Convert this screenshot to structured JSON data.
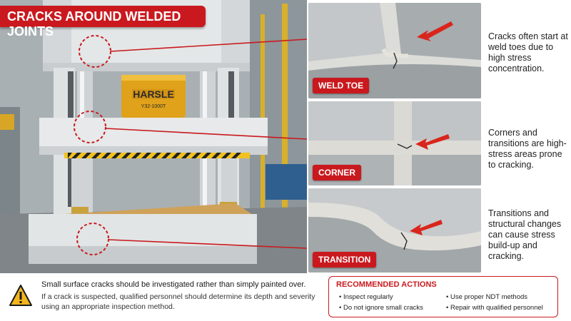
{
  "title": "CRACKS AROUND WELDED JOINTS",
  "machine": {
    "brand": "HARSLE",
    "model": "Y32-1000T"
  },
  "panels": [
    {
      "badge": "WELD TOE",
      "description": "Cracks often start at weld toes due to high stress concentration."
    },
    {
      "badge": "CORNER",
      "description": "Corners and transitions are high-stress areas prone to cracking."
    },
    {
      "badge": "TRANSITION",
      "description": "Transitions and structural changes can cause stress build-up and cracking."
    }
  ],
  "warning": {
    "headline": "Small surface cracks should be investigated rather than simply painted over.",
    "body": "If a crack is suspected, qualified personnel should determine its depth and severity using an appropriate inspection method."
  },
  "recommended": {
    "title": "RECOMMENDED ACTIONS",
    "items": [
      "Inspect regularly",
      "Do not ignore small cracks",
      "Use proper NDT methods",
      "Repair with qualified personnel"
    ]
  },
  "colors": {
    "accent": "#c9191e",
    "machine_body": "#e4e7e8",
    "cylinder": "#e0a21a"
  }
}
